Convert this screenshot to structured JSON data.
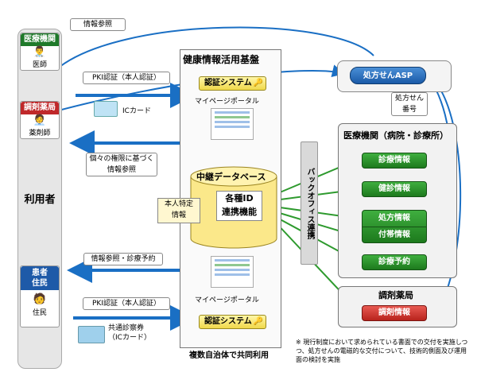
{
  "top_label": "情報参照",
  "left": {
    "medical": {
      "header": "医療機関",
      "role": "医師",
      "color": "#1f7a2a"
    },
    "pharmacy": {
      "header": "調剤薬局",
      "role": "薬剤師",
      "color": "#c0282a"
    },
    "users_label": "利用者",
    "patient": {
      "header_line1": "患者",
      "header_line2": "住民",
      "role": "住民",
      "color": "#1e5aa8"
    }
  },
  "flows": {
    "pki_top": "PKI認証（本人認証）",
    "ic_card": "ICカード",
    "authority_line1": "個々の権限に基づく",
    "authority_line2": "情報参照",
    "ref_reserve": "情報参照・診療予約",
    "pki_bottom": "PKI認証（本人認証）",
    "common_card_line1": "共通診察券",
    "common_card_line2": "（ICカード）"
  },
  "center": {
    "title": "健康情報活用基盤",
    "auth_system": "認証システム",
    "my_portal": "マイページポータル",
    "db_title": "中継データベース",
    "id_line1": "各種ID",
    "id_line2": "連携機能",
    "identify_line1": "本人特定",
    "identify_line2": "情報",
    "my_portal_bottom": "マイページポータル",
    "auth_system_bottom": "認証システム",
    "footer": "複数自治体で共同利用"
  },
  "backoffice": "バックオフィス連携",
  "right": {
    "asp": "処方せんASP",
    "rx_number_line1": "処方せん",
    "rx_number_line2": "番号",
    "hospital_title": "医療機関（病院・診療所）",
    "items": [
      "診療情報",
      "健診情報",
      "処方情報",
      "付帯情報",
      "診療予約"
    ],
    "pharmacy_title": "調剤薬局",
    "dispense": "調剤情報"
  },
  "footnote": "※ 現行制度において求められている書面での交付を実施しつつ、処方せんの電磁的な交付について、技術的側面及び運用面の検討を実施",
  "colors": {
    "arrow_blue": "#1a6fc4",
    "arrow_green": "#2e9a2e",
    "db_yellow": "#fbe88a"
  }
}
